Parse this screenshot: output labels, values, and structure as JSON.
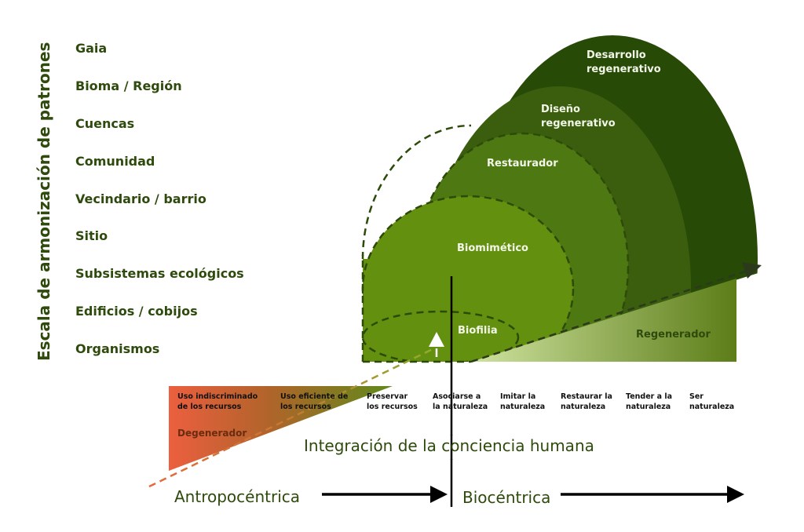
{
  "axis_title": "Escala de armonización de patrones",
  "scale_levels": [
    "Gaia",
    "Bioma / Región",
    "Cuencas",
    "Comunidad",
    "Vecindario / barrio",
    "Sitio",
    "Subsistemas ecológicos",
    "Edificios / cobijos",
    "Organismos"
  ],
  "levels": {
    "desarrollo": [
      "Desarrollo",
      "regenerativo"
    ],
    "diseno": [
      "Diseño",
      "regenerativo"
    ],
    "restaurador": "Restaurador",
    "biomimetico": "Biomimético",
    "biofilia": "Biofilia",
    "regenerador": "Regenerador",
    "degenerador": "Degenerador"
  },
  "stages": [
    [
      "Uso indiscriminado",
      "de los recursos"
    ],
    [
      "Uso eficiente de",
      "los recursos"
    ],
    [
      "Preservar",
      "los recursos"
    ],
    [
      "Asociarse a",
      "la naturaleza"
    ],
    [
      "Imitar  la",
      "naturaleza"
    ],
    [
      "Restaurar la",
      "naturaleza"
    ],
    [
      "Tender a la",
      "naturaleza"
    ],
    [
      "Ser",
      "naturaleza"
    ]
  ],
  "integration_label": "Integración de la conciencia humana",
  "anthropocentric": "Antropocéntrica",
  "biocentric": "Biocéntrica",
  "colors": {
    "desarrollo": "#284a07",
    "diseno": "#3b5e0e",
    "restaurador": "#4e7812",
    "biomimetico": "#64900f",
    "text": "#2e4a0c"
  }
}
